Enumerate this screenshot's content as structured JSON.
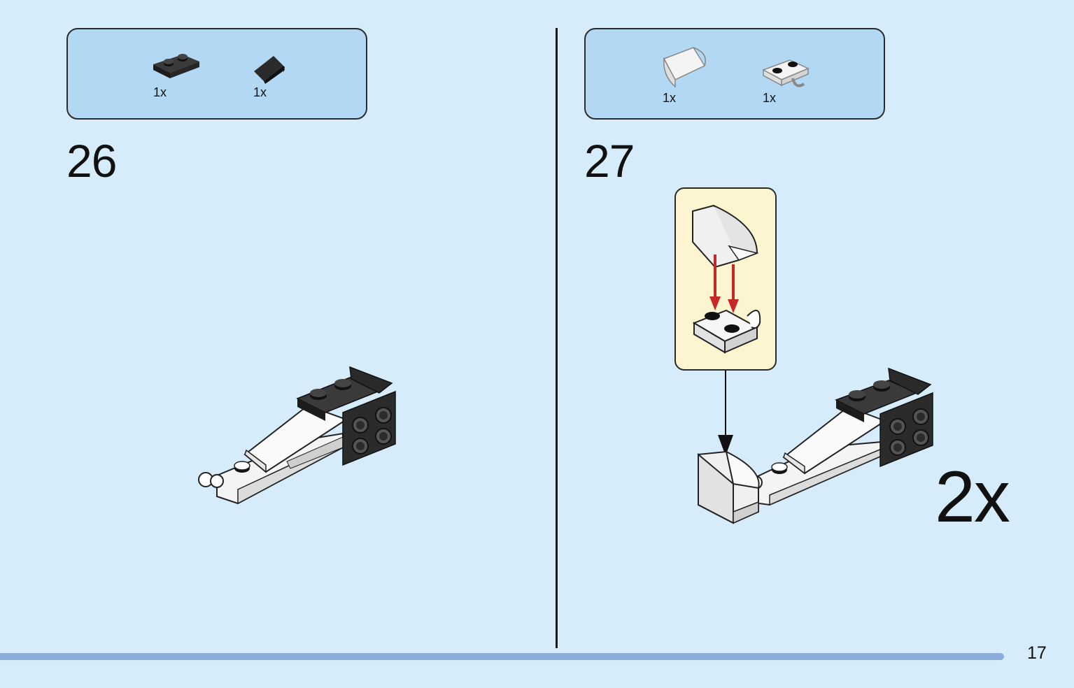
{
  "step26": {
    "number": "26",
    "parts": [
      {
        "name": "black 1x2 plate",
        "qty": "1x"
      },
      {
        "name": "black slope",
        "qty": "1x"
      }
    ]
  },
  "step27": {
    "number": "27",
    "parts": [
      {
        "name": "white curved slope",
        "qty": "1x"
      },
      {
        "name": "white plate with clip",
        "qty": "1x"
      }
    ],
    "multiplier": "2x"
  },
  "page_number": "17",
  "colors": {
    "background": "#d6ecfa",
    "parts_box": "#b3d8f4",
    "callout": "#fdf5cf",
    "arrow_red": "#c62828",
    "progress": "#8aaddc"
  }
}
